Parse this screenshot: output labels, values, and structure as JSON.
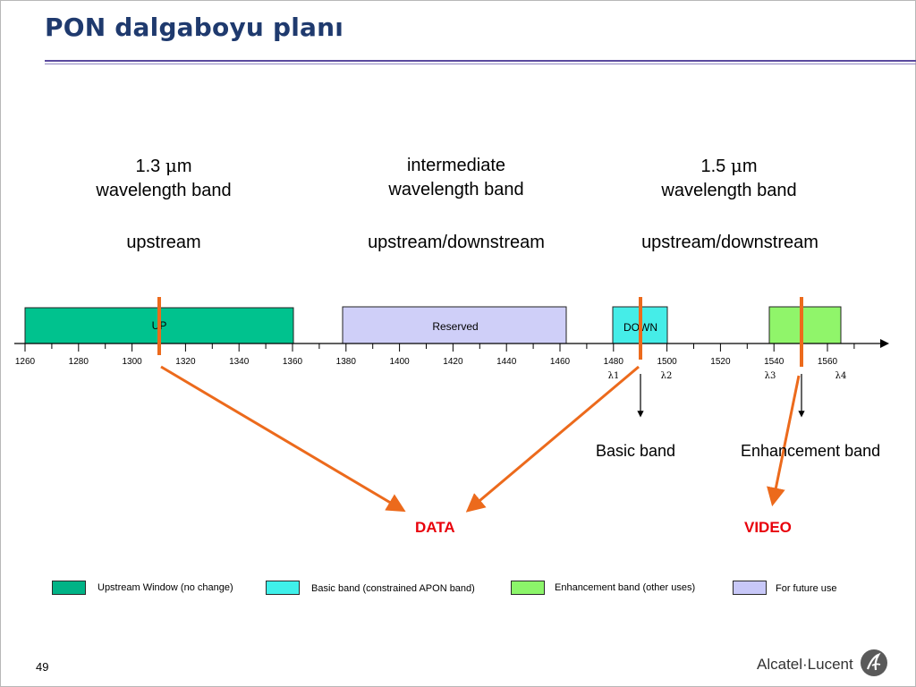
{
  "title": "PON dalgaboyu planı",
  "headers": [
    {
      "line1": "1.3 ",
      "mu": "μ",
      "line1_tail": "m",
      "line2": "wavelength band",
      "direction": "upstream"
    },
    {
      "line1": "intermediate",
      "mu": "",
      "line1_tail": "",
      "line2": "wavelength band",
      "direction": "upstream/downstream"
    },
    {
      "line1": "1.5 ",
      "mu": "μ",
      "line1_tail": "m",
      "line2": "wavelength band",
      "direction": "upstream/downstream"
    }
  ],
  "axis": {
    "ticks": [
      "1260",
      "1280",
      "1300",
      "1320",
      "1340",
      "1360",
      "1380",
      "1400",
      "1420",
      "1440",
      "1460",
      "1480",
      "1500",
      "1520",
      "1540",
      "1560"
    ],
    "lambdas": [
      "λ1",
      "λ2",
      "λ3",
      "λ4"
    ]
  },
  "bands": {
    "up_label": "UP",
    "reserved_label": "Reserved",
    "down_label": "DOWN"
  },
  "annotations": {
    "basic_band": "Basic band",
    "enhancement_band": "Enhancement band",
    "data": "DATA",
    "video": "VIDEO"
  },
  "legend": [
    {
      "label": "Upstream Window (no change)",
      "color": "#00b386"
    },
    {
      "label": "Basic band (constrained APON band)",
      "color": "#3ff0ea"
    },
    {
      "label": "Enhancement band (other uses)",
      "color": "#8cf56a"
    },
    {
      "label": "For future use",
      "color": "#c8c8f8"
    }
  ],
  "colors": {
    "up": "#00c28e",
    "reserved": "#cfcff8",
    "down": "#45ede8",
    "enhancement": "#90f56a",
    "orange": "#ec6a1c",
    "red_text": "#e8000b"
  },
  "page_number": "49",
  "logo_text": "Alcatel·Lucent"
}
